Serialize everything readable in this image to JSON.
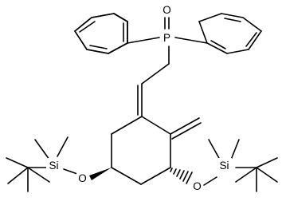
{
  "structure": {
    "atoms": {
      "o_top": "O",
      "p": "P",
      "si_left": "Si",
      "o_left": "O",
      "o_right": "O",
      "si_right": "Si"
    }
  },
  "colors": {
    "bond": "#000000",
    "text": "#000000",
    "background": "#ffffff"
  }
}
